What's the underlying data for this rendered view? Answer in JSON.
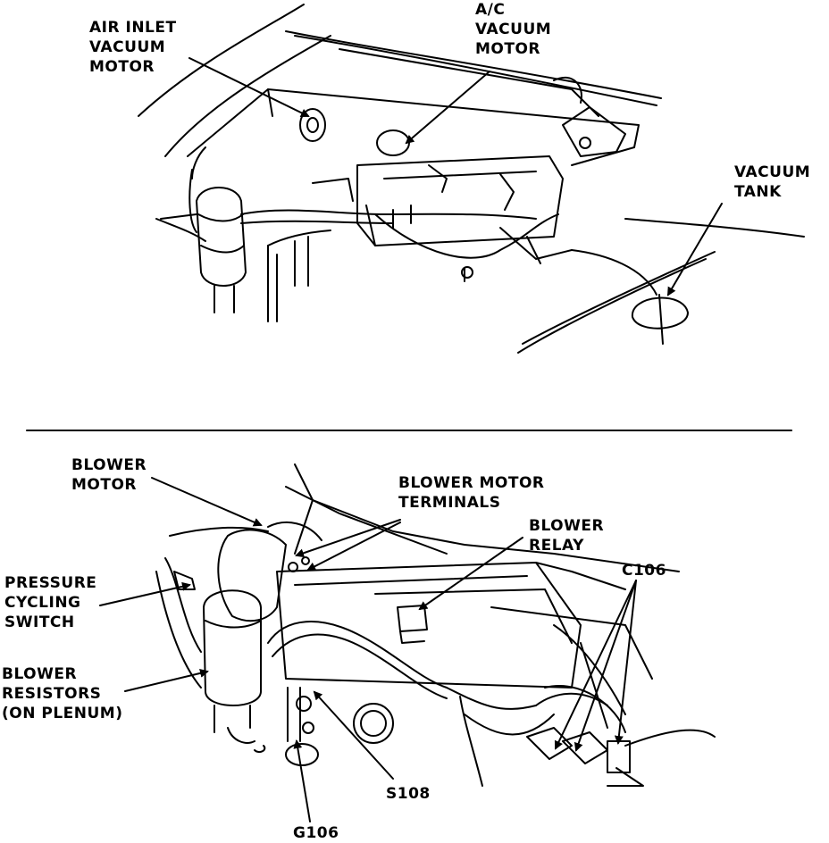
{
  "top_view": {
    "labels": {
      "air_inlet_vacuum_motor": [
        "AIR INLET",
        "VACUUM",
        "MOTOR"
      ],
      "ac_vacuum_motor": [
        "A/C",
        "VACUUM",
        "MOTOR"
      ],
      "vacuum_tank": [
        "VACUUM",
        "TANK"
      ]
    }
  },
  "bottom_view": {
    "labels": {
      "blower_motor": [
        "BLOWER",
        "MOTOR"
      ],
      "blower_motor_terminals": [
        "BLOWER MOTOR",
        "TERMINALS"
      ],
      "blower_relay": [
        "BLOWER",
        "RELAY"
      ],
      "c106": [
        "C106"
      ],
      "pressure_cycling_switch": [
        "PRESSURE",
        "CYCLING",
        "SWITCH"
      ],
      "blower_resistors": [
        "BLOWER",
        "RESISTORS",
        "(ON PLENUM)"
      ],
      "s108": [
        "S108"
      ],
      "g106": [
        "G106"
      ]
    }
  },
  "colors": {
    "ink": "#000000",
    "paper": "#ffffff"
  }
}
